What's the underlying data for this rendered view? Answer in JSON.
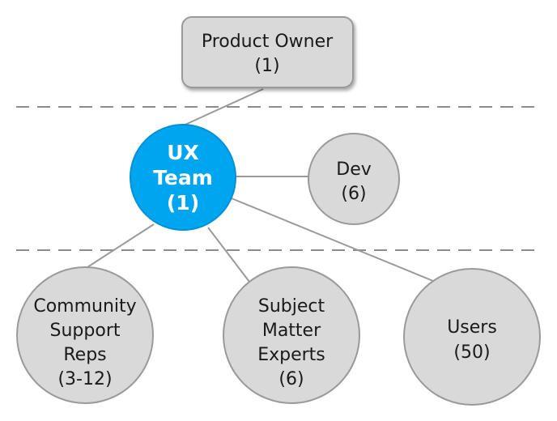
{
  "diagram": {
    "nodes": {
      "product_owner": {
        "name": "Product Owner",
        "count": "(1)"
      },
      "ux_team": {
        "name": "UX",
        "name2": "Team",
        "count": "(1)"
      },
      "dev": {
        "name": "Dev",
        "count": "(6)"
      },
      "community": {
        "line1": "Community",
        "line2": "Support",
        "line3": "Reps",
        "count": "(3-12)"
      },
      "sme": {
        "line1": "Subject",
        "line2": "Matter",
        "line3": "Experts",
        "count": "(6)"
      },
      "users": {
        "name": "Users",
        "count": "(50)"
      }
    },
    "colors": {
      "node_fill": "#d9d9d9",
      "node_stroke": "#9a9a9a",
      "ux_fill": "#00a5ef",
      "connector": "#9a9a9a",
      "divider": "#8c8c8c"
    }
  }
}
